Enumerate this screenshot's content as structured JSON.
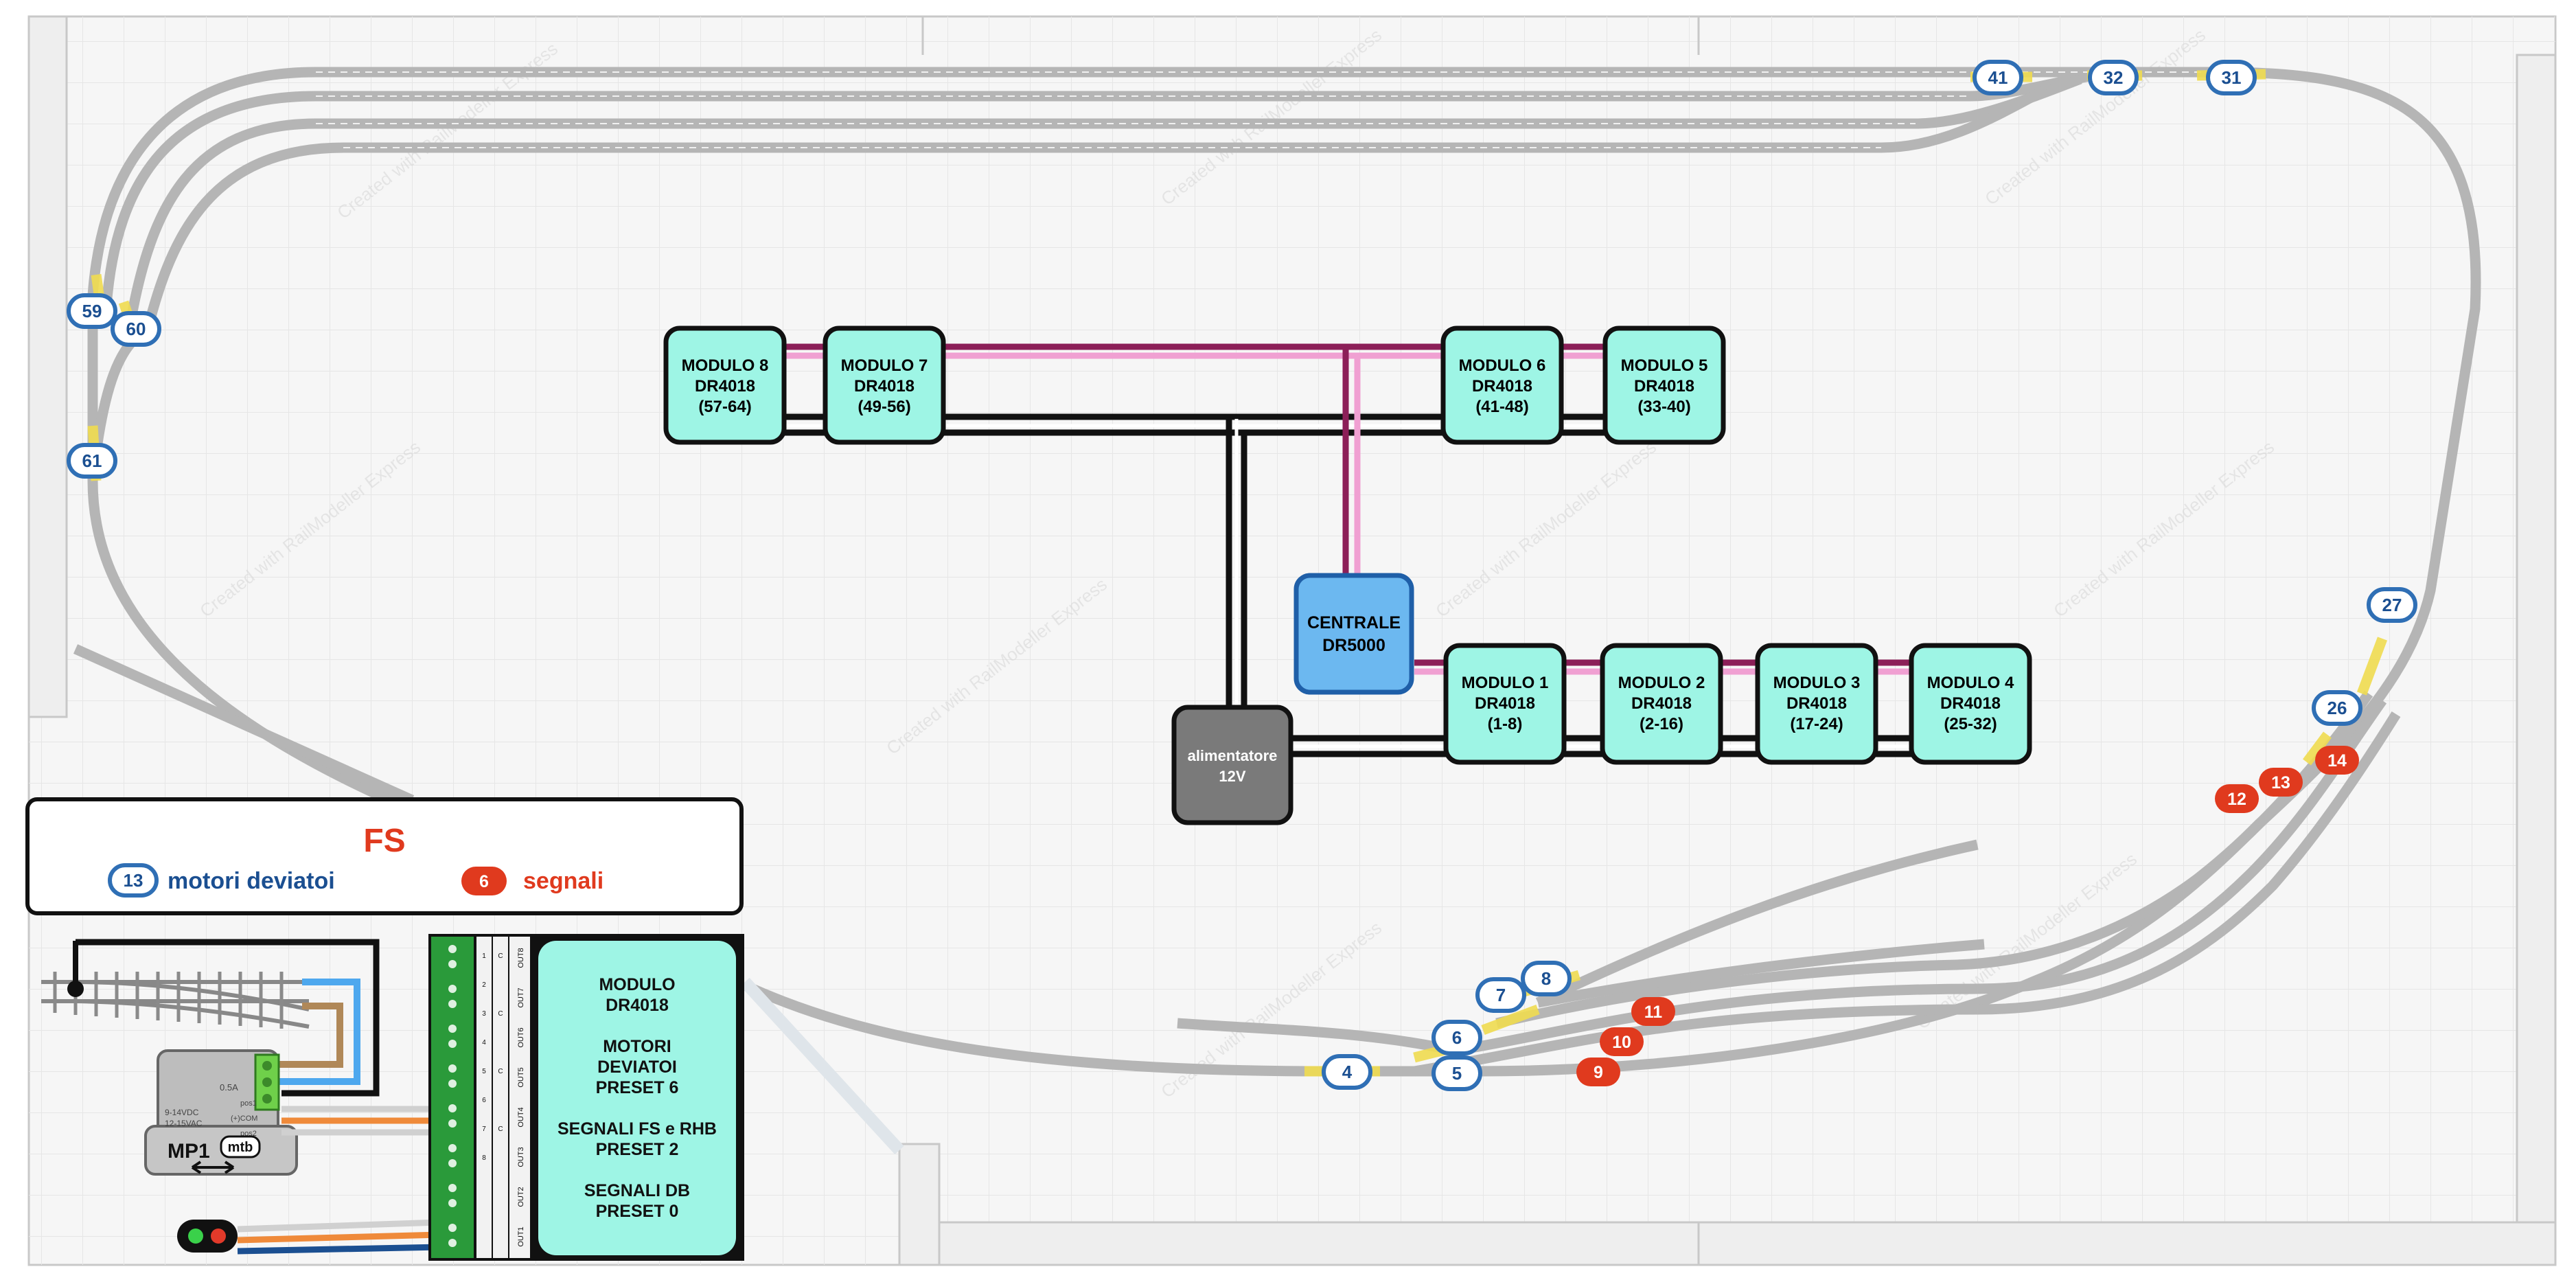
{
  "modules_top": [
    {
      "name": "MODULO 8",
      "model": "DR4018",
      "range": "(57-64)"
    },
    {
      "name": "MODULO 7",
      "model": "DR4018",
      "range": "(49-56)"
    },
    {
      "name": "MODULO 6",
      "model": "DR4018",
      "range": "(41-48)"
    },
    {
      "name": "MODULO 5",
      "model": "DR4018",
      "range": "(33-40)"
    }
  ],
  "modules_bottom": [
    {
      "name": "MODULO 1",
      "model": "DR4018",
      "range": "(1-8)"
    },
    {
      "name": "MODULO 2",
      "model": "DR4018",
      "range": "(2-16)"
    },
    {
      "name": "MODULO 3",
      "model": "DR4018",
      "range": "(17-24)"
    },
    {
      "name": "MODULO 4",
      "model": "DR4018",
      "range": "(25-32)"
    }
  ],
  "centrale": {
    "line1": "CENTRALE",
    "line2": "DR5000"
  },
  "alimentatore": {
    "line1": "alimentatore",
    "line2": "12V"
  },
  "turnout_labels": [
    "41",
    "32",
    "31",
    "59",
    "60",
    "61",
    "27",
    "26",
    "8",
    "7",
    "6",
    "4",
    "5"
  ],
  "signal_labels": [
    "14",
    "13",
    "12",
    "11",
    "10",
    "9"
  ],
  "legend": {
    "title": "FS",
    "turnout_sample": "13",
    "turnout_text": "motori deviatoi",
    "signal_sample": "6",
    "signal_text": "segnali"
  },
  "wiring_module": {
    "line1": "MODULO",
    "line2": "DR4018",
    "line3": "MOTORI",
    "line4": "DEVIATOI",
    "line5": "PRESET 6",
    "line6": "SEGNALI FS e RHB",
    "line7": "PRESET 2",
    "line8": "SEGNALI DB",
    "line9": "PRESET 0"
  },
  "motor": {
    "model": "MP1",
    "brand": "mtb",
    "spec1": "9-14VDC",
    "spec2": "12-15VAC",
    "pins": [
      "pos1",
      "(+)COM",
      "pos2"
    ],
    "badge": "0.5A"
  },
  "terminal_headers": [
    "OUT8",
    "OUT7",
    "OUT6",
    "OUT5",
    "OUT4",
    "OUT3",
    "OUT2",
    "OUT1"
  ],
  "watermark": "Created with RailModeller Express",
  "colors": {
    "module": "#9ef5e5",
    "centrale": "#6cb8f0",
    "alimentatore": "#7a7a7a",
    "turnout_border": "#2f6fb5",
    "signal": "#e03a1e",
    "bus_magenta": "#8c1f58",
    "bus_pink": "#f0a0d2",
    "track": "#b5b5b5",
    "turnout_highlight": "#f0dc50",
    "legend_title": "#e03a1e",
    "legend_text": "#1b4f91"
  }
}
